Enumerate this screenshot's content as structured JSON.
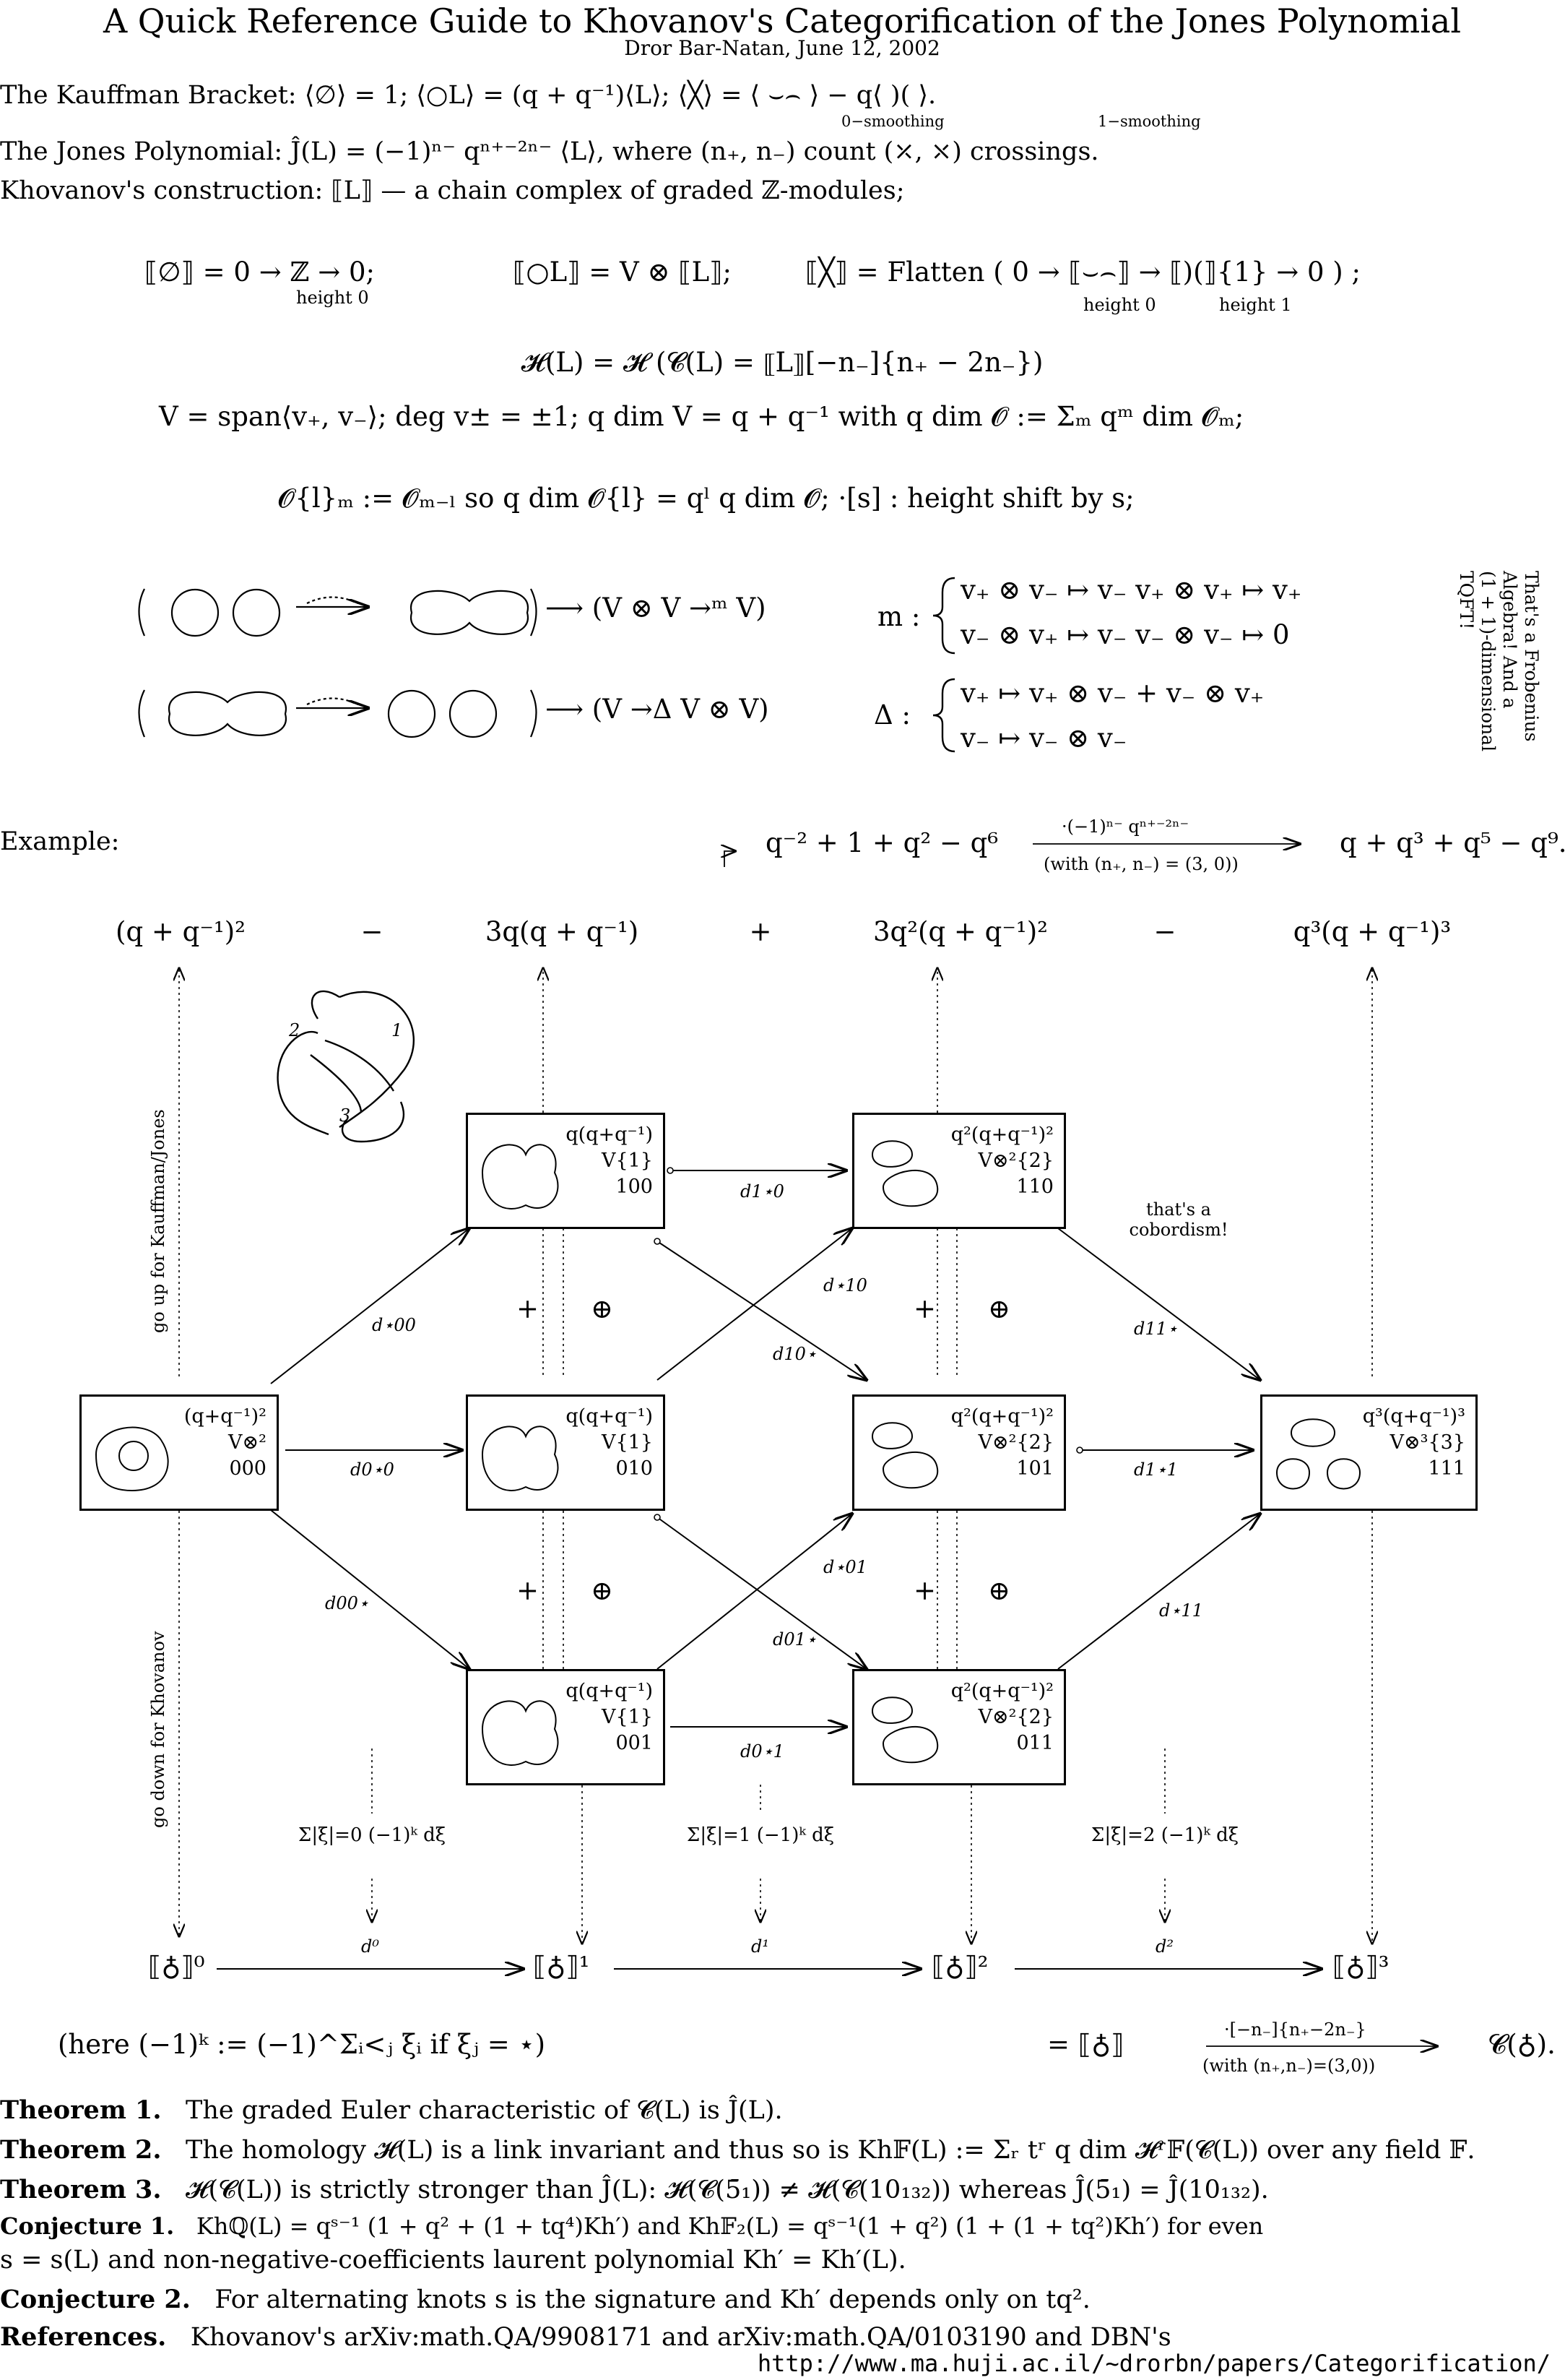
{
  "header": {
    "title": "A Quick Reference Guide to Khovanov's Categorification of the Jones Polynomial",
    "byline": "Dror Bar-Natan, June 12, 2002"
  },
  "intro": {
    "kauffman": "The Kauffman Bracket: ⟨∅⟩ = 1;    ⟨○L⟩ = (q + q⁻¹)⟨L⟩;    ⟨╳⟩ = ⟨ ⌣⌢ ⟩ − q⟨ )( ⟩.",
    "kauffman_sub0": "0−smoothing",
    "kauffman_sub1": "1−smoothing",
    "jones": "The Jones Polynomial: Ĵ(L) = (−1)ⁿ⁻ qⁿ⁺⁻²ⁿ⁻ ⟨L⟩, where (n₊, n₋) count (⤫, ⤬) crossings.",
    "khovanov": "Khovanov's construction: ⟦L⟧ — a chain complex of graded ℤ-modules;"
  },
  "equations": {
    "eq1a": "⟦∅⟧ = 0 → ℤ → 0;",
    "eq1a_sub": "height 0",
    "eq1b": "⟦○L⟧ = V ⊗ ⟦L⟧;",
    "eq1c": "⟦╳⟧ = Flatten ( 0 → ⟦⌣⌢⟧ → ⟦)(⟧{1} → 0 ) ;",
    "eq1c_sub0": "height 0",
    "eq1c_sub1": "height 1",
    "eq2": "𝓗(L) = 𝓗 (𝓒(L) = ⟦L⟧[−n₋]{n₊ − 2n₋})",
    "eq3": "V = span⟨v₊, v₋⟩;      deg v± = ±1;      q dim V = q + q⁻¹    with    q dim 𝓞 := Σₘ qᵐ dim 𝓞ₘ;",
    "eq4": "𝓞{l}ₘ := 𝓞ₘ₋ₗ   so   q dim 𝓞{l} = qˡ q dim 𝓞;      ·[s] :    height shift by s;"
  },
  "frobenius": {
    "merge_map": "⟶ (V ⊗ V →ᵐ V)",
    "split_map": "⟶ (V →Δ V ⊗ V)",
    "m_label": "m :",
    "m_row1": "v₊ ⊗ v₋ ↦ v₋     v₊ ⊗ v₊ ↦ v₊",
    "m_row2": "v₋ ⊗ v₊ ↦ v₋     v₋ ⊗ v₋ ↦ 0",
    "delta_label": "Δ :",
    "delta_row1": "v₊ ↦ v₊ ⊗ v₋ + v₋ ⊗ v₊",
    "delta_row2": "v₋ ↦ v₋ ⊗ v₋",
    "side_note": [
      "That's a Frobenius",
      "Algebra! And a",
      "(1 + 1)-dimensional",
      "TQFT!"
    ]
  },
  "example": {
    "label": "Example:",
    "poly_left": "q⁻² + 1 + q² − q⁶",
    "arrow_top": "·(−1)ⁿ⁻ qⁿ⁺⁻²ⁿ⁻",
    "arrow_bottom": "(with (n₊, n₋) = (3, 0))",
    "poly_right": "q + q³ + q⁵ − q⁹."
  },
  "top_row": {
    "t0": "(q + q⁻¹)²",
    "s1": "−",
    "t1": "3q(q + q⁻¹)",
    "s2": "+",
    "t2": "3q²(q + q⁻¹)²",
    "s3": "−",
    "t3": "q³(q + q⁻¹)³"
  },
  "side_labels": {
    "up": "go up for Kauffman/Jones",
    "down": "go down for Khovanov"
  },
  "trefoil_labels": [
    "1",
    "2",
    "3"
  ],
  "boxes": [
    {
      "id": "000",
      "poly": "(q+q⁻¹)²",
      "space": "V⊗²",
      "code": "000"
    },
    {
      "id": "100",
      "poly": "q(q+q⁻¹)",
      "space": "V{1}",
      "code": "100"
    },
    {
      "id": "010",
      "poly": "q(q+q⁻¹)",
      "space": "V{1}",
      "code": "010"
    },
    {
      "id": "001",
      "poly": "q(q+q⁻¹)",
      "space": "V{1}",
      "code": "001"
    },
    {
      "id": "110",
      "poly": "q²(q+q⁻¹)²",
      "space": "V⊗²{2}",
      "code": "110"
    },
    {
      "id": "101",
      "poly": "q²(q+q⁻¹)²",
      "space": "V⊗²{2}",
      "code": "101"
    },
    {
      "id": "011",
      "poly": "q²(q+q⁻¹)²",
      "space": "V⊗²{2}",
      "code": "011"
    },
    {
      "id": "111",
      "poly": "q³(q+q⁻¹)³",
      "space": "V⊗³{3}",
      "code": "111"
    }
  ],
  "edges": {
    "d_star00": "d⋆00",
    "d_0star0": "d0⋆0",
    "d_00star": "d00⋆",
    "d_1star0": "d1⋆0",
    "d_star10": "d⋆10",
    "d_10star": "d10⋆",
    "d_star01": "d⋆01",
    "d_01star": "d01⋆",
    "d_0star1": "d0⋆1",
    "d_11star": "d11⋆",
    "d_1star1": "d1⋆1",
    "d_star11": "d⋆11"
  },
  "cobordism_note": [
    "that's a",
    "cobordism!"
  ],
  "plus_oplus": {
    "plus": "+",
    "oplus": "⊕"
  },
  "sums": {
    "s0": "Σ|ξ|=0 (−1)ᵏ dξ",
    "s1": "Σ|ξ|=1 (−1)ᵏ dξ",
    "s2": "Σ|ξ|=2 (−1)ᵏ dξ"
  },
  "complex": {
    "c0": "⟦♁⟧⁰",
    "c1": "⟦♁⟧¹",
    "c2": "⟦♁⟧²",
    "c3": "⟦♁⟧³",
    "d0": "d⁰",
    "d1": "d¹",
    "d2": "d²"
  },
  "sign_note": "(here (−1)ᵏ := (−1)^Σᵢ<ⱼ ξᵢ if ξⱼ = ⋆)",
  "final": {
    "lhs": "=     ⟦♁⟧",
    "arrow_top": "·[−n₋]{n₊−2n₋}",
    "arrow_bottom": "(with (n₊,n₋)=(3,0))",
    "rhs": "𝓒(♁)."
  },
  "theorems": [
    {
      "label": "Theorem 1.",
      "text": "The graded Euler characteristic of 𝓒(L) is Ĵ(L)."
    },
    {
      "label": "Theorem 2.",
      "text": "The homology 𝓗(L) is a link invariant and thus so is Kh𝔽(L) := Σᵣ tʳ q dim 𝓗ʳ𝔽(𝓒(L)) over any field 𝔽."
    },
    {
      "label": "Theorem 3.",
      "text": "𝓗(𝓒(L)) is strictly stronger than Ĵ(L): 𝓗(𝓒(5̄₁)) ≠ 𝓗(𝓒(10₁₃₂)) whereas Ĵ(5̄₁) = Ĵ(10₁₃₂)."
    },
    {
      "label": "Conjecture 1.",
      "text": "Khℚ(L) = qˢ⁻¹ (1 + q² + (1 + tq⁴)Kh′) and Kh𝔽₂(L) = qˢ⁻¹(1 + q²) (1 + (1 + tq²)Kh′) for even"
    },
    {
      "label": "",
      "text": "s = s(L) and non-negative-coefficients laurent polynomial Kh′ = Kh′(L)."
    },
    {
      "label": "Conjecture 2.",
      "text": "For alternating knots s is the signature and Kh′ depends only on tq²."
    },
    {
      "label": "References.",
      "text": "Khovanov's arXiv:math.QA/9908171 and arXiv:math.QA/0103190 and DBN's"
    }
  ],
  "url": "http://www.ma.huji.ac.il/~drorbn/papers/Categorification/"
}
